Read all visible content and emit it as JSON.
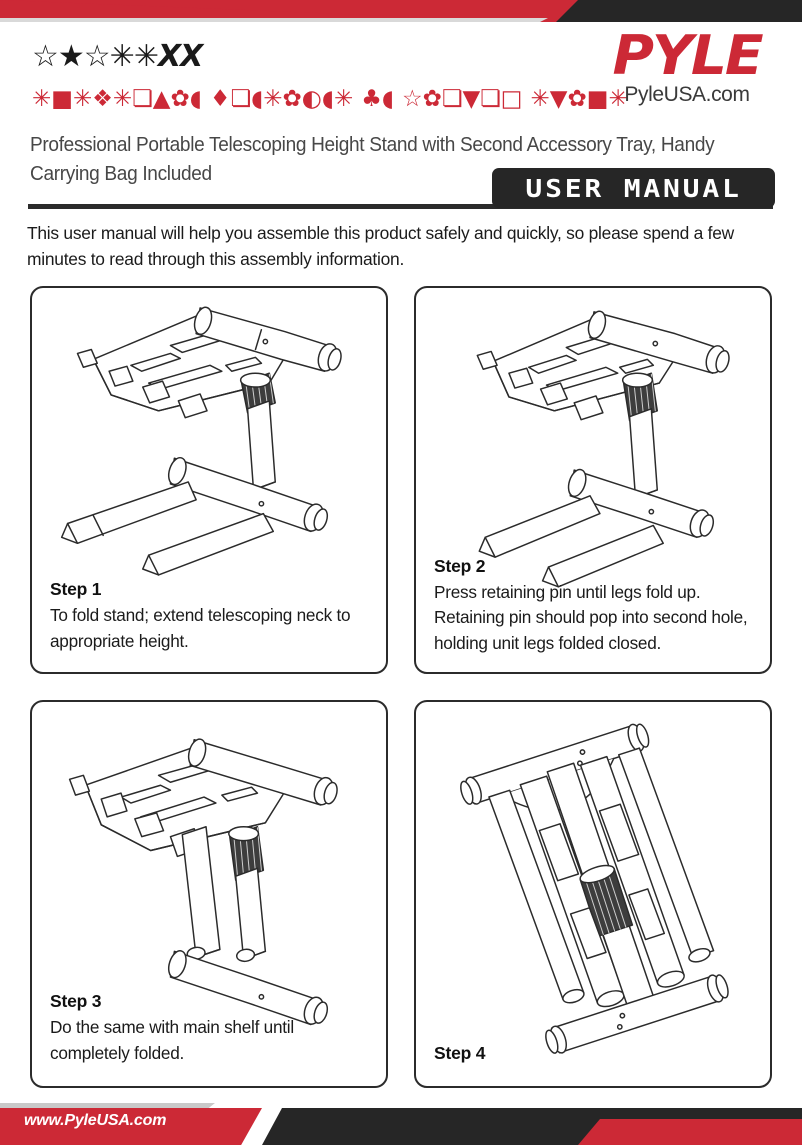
{
  "banner": {
    "red_color": "#cc2936",
    "dark_color": "#262626"
  },
  "header": {
    "model_code_line": "☆★☆✳✳XX",
    "model_code_accent_line": "✳■✳❖✳❏▲✿◖ ♦❏◖✳✿◐◖✳ ♣◖ ☆✿❏▼❏□ ✳▼✿■✳",
    "product_title": "Professional Portable Telescoping Height Stand with Second Accessory Tray, Handy Carrying Bag Included",
    "brand_logo": "PYLE",
    "brand_site": "PyleUSA.com",
    "manual_badge": "USER MANUAL"
  },
  "intro": {
    "text": "This user manual will help you assemble this product safely and quickly, so please spend a few minutes to read through this assembly information."
  },
  "steps": [
    {
      "label": "Step 1",
      "body": "To fold stand; extend telescoping neck to appropriate height.",
      "art": "stand-extended-illustration"
    },
    {
      "label": "Step 2",
      "body": "Press retaining pin until legs fold up. Retaining pin should pop into second hole, holding unit legs folded closed.",
      "art": "stand-legs-folded-illustration"
    },
    {
      "label": "Step 3",
      "body": "Do the same with main shelf until completely folded.",
      "art": "stand-shelf-folding-illustration"
    },
    {
      "label": "Step 4",
      "body": "",
      "art": "stand-fully-folded-illustration"
    }
  ],
  "footer": {
    "url": "www.PyleUSA.com"
  }
}
